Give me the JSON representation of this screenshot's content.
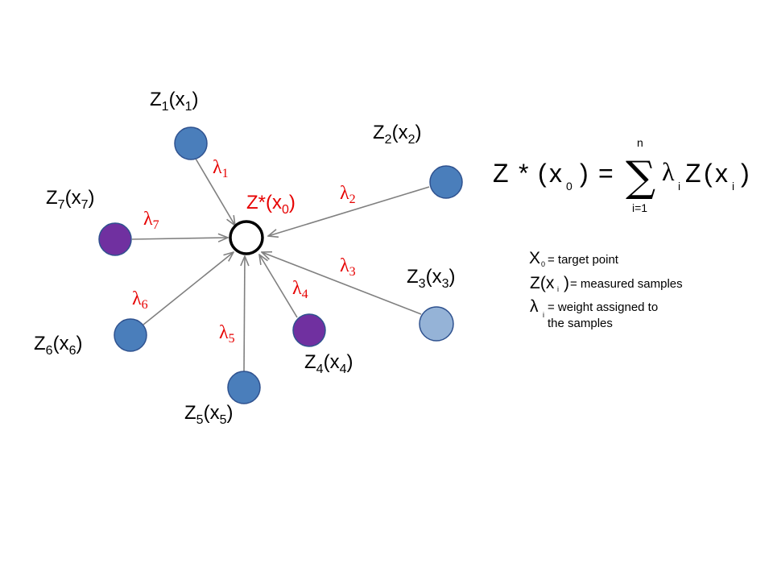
{
  "diagram": {
    "target": {
      "name": "Z*",
      "arg_var": "x",
      "arg_sub": "0"
    },
    "samples": [
      {
        "id": "1",
        "z_sub": "1",
        "x_sub": "1",
        "lambda_sub": "1",
        "color": "#4a7ebb"
      },
      {
        "id": "2",
        "z_sub": "2",
        "x_sub": "2",
        "lambda_sub": "2",
        "color": "#4a7ebb"
      },
      {
        "id": "3",
        "z_sub": "3",
        "x_sub": "3",
        "lambda_sub": "3",
        "color": "#95b3d7"
      },
      {
        "id": "4",
        "z_sub": "4",
        "x_sub": "4",
        "lambda_sub": "4",
        "color": "#7030a0"
      },
      {
        "id": "5",
        "z_sub": "5",
        "x_sub": "5",
        "lambda_sub": "5",
        "color": "#4a7ebb"
      },
      {
        "id": "6",
        "z_sub": "6",
        "x_sub": "6",
        "lambda_sub": "6",
        "color": "#4a7ebb"
      },
      {
        "id": "7",
        "z_sub": "7",
        "x_sub": "7",
        "lambda_sub": "7",
        "color": "#7030a0"
      }
    ],
    "colors": {
      "label_red": "#e60000",
      "arrow": "#808080",
      "node_stroke": "#2f528f",
      "target_stroke": "#000000"
    }
  },
  "equation": {
    "lhs_z": "Z",
    "lhs_star": "*",
    "lhs_open": "(",
    "lhs_var": "x",
    "lhs_sub": "0",
    "lhs_close": ")",
    "equals": "=",
    "sum_top": "n",
    "sum_bottom": "i=1",
    "lambda": "λ",
    "lambda_sub": "i",
    "rhs_z": "Z",
    "rhs_open": "(",
    "rhs_var": "x",
    "rhs_sub": "i",
    "rhs_close": ")"
  },
  "legend": {
    "line1": {
      "sym": "X",
      "sub": "0",
      "text": "= target point"
    },
    "line2": {
      "sym": "Z(x",
      "sub": "i",
      "close": ")",
      "text": " = measured samples"
    },
    "line3": {
      "sym": "λ",
      "sub": "i",
      "text": "= weight assigned to",
      "text2": "the samples"
    }
  }
}
